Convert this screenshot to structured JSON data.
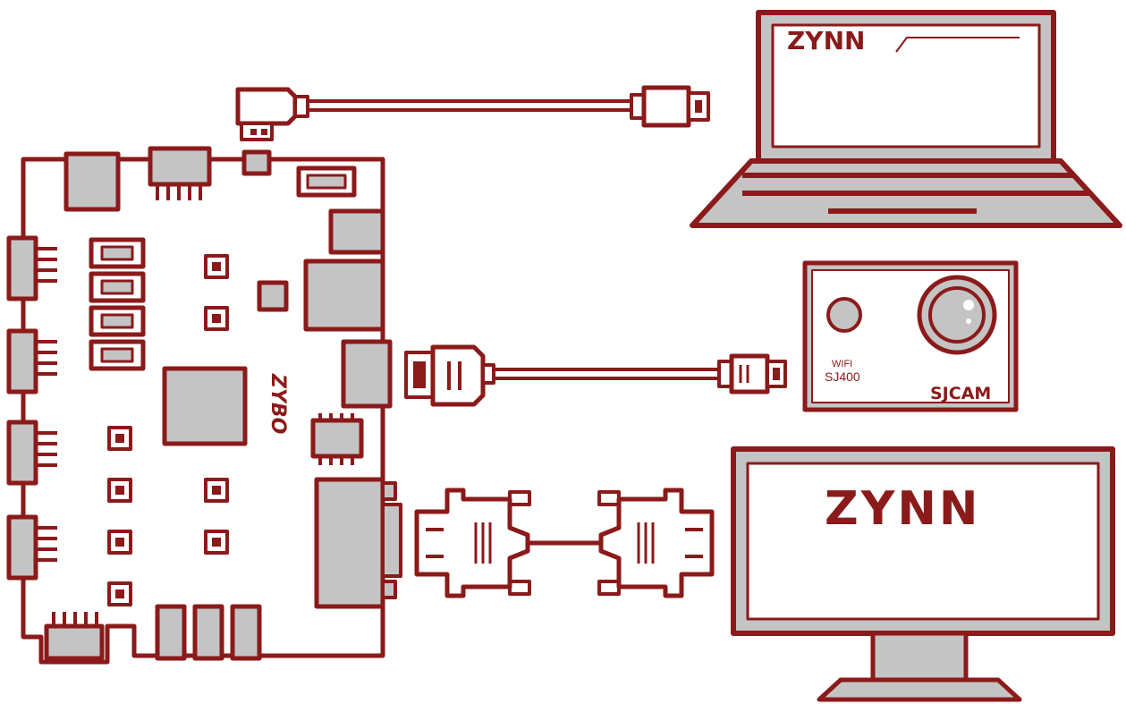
{
  "board": {
    "label": "ZYBO"
  },
  "laptop": {
    "screen_text": "ZYNN"
  },
  "camera": {
    "model_line1": "WIFI",
    "model_line2": "SJ400",
    "brand": "SJCAM"
  },
  "monitor": {
    "screen_text": "ZYNN"
  },
  "colors": {
    "primary": "#8b1a1a",
    "fill": "#c4c4c4",
    "screen": "#ffffff",
    "background": "#ffffff"
  }
}
